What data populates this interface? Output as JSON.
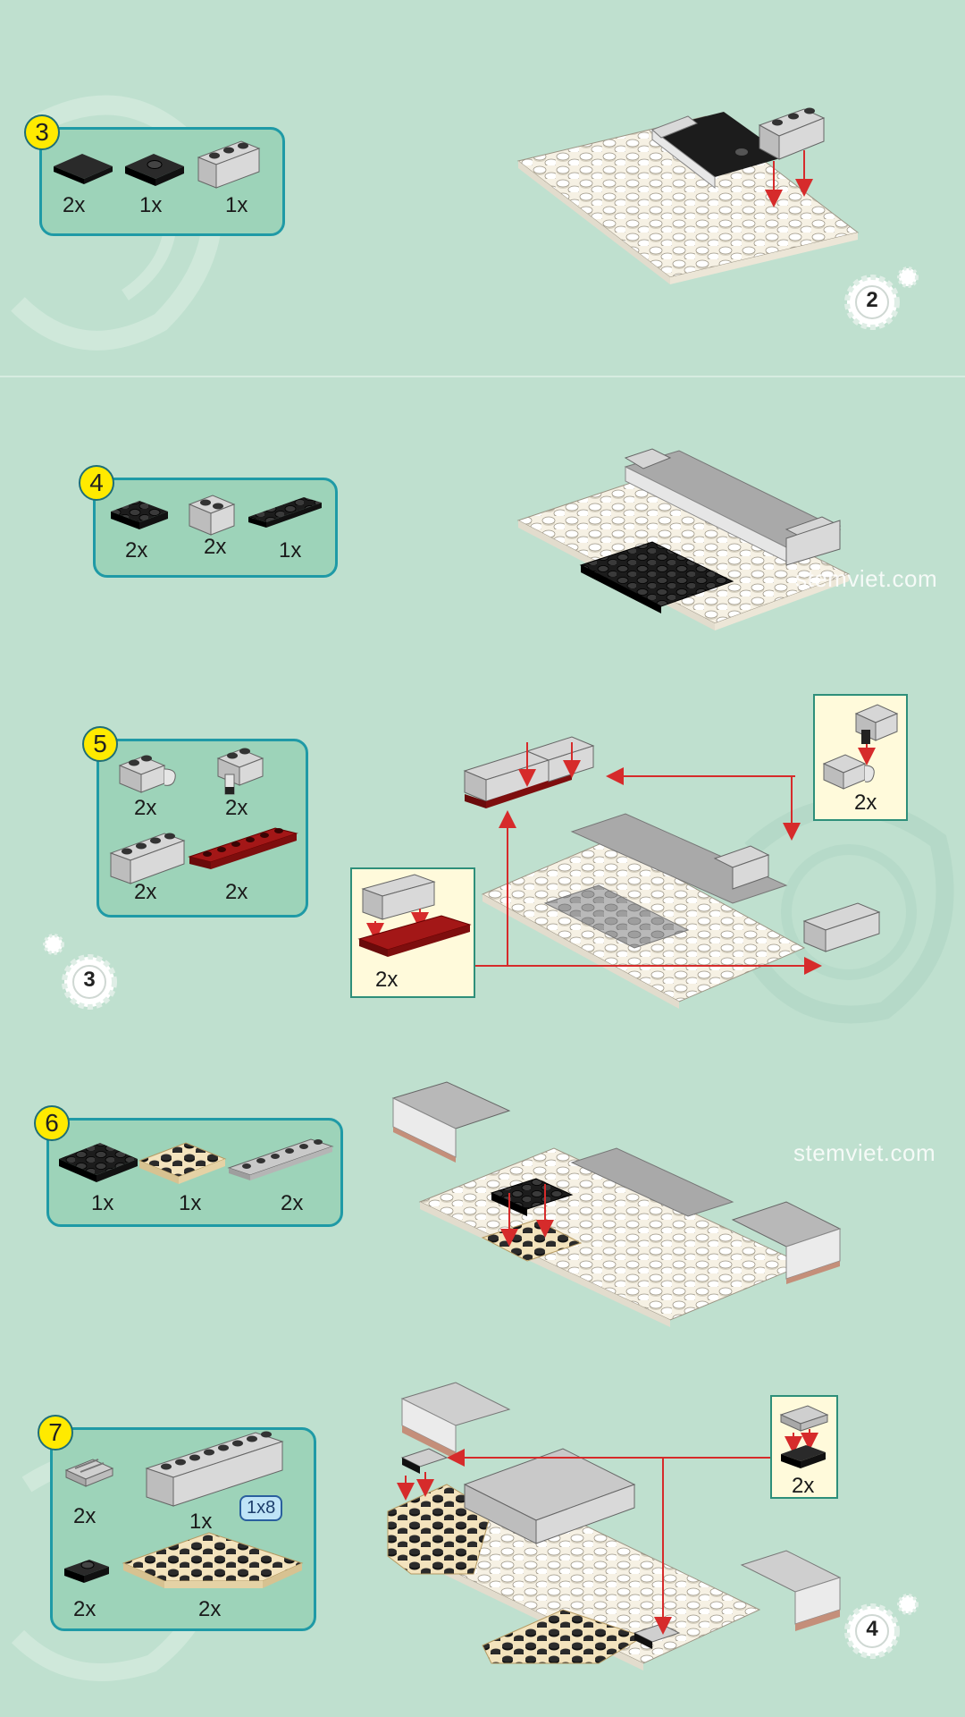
{
  "watermark_text": "stemviet.com",
  "colors": {
    "background": "#bfe0cf",
    "box_fill": "#9dd3b9",
    "box_border": "#1f9aa6",
    "badge": "#ffea00",
    "arrow": "#d62b2b",
    "callout_fill": "#fffadb"
  },
  "steps": [
    {
      "number": "3",
      "parts": [
        {
          "name": "black-tile-2x2",
          "qty": "2x"
        },
        {
          "name": "black-plate-2x2-jumper",
          "qty": "1x"
        },
        {
          "name": "gray-brick-1x3",
          "qty": "1x"
        }
      ]
    },
    {
      "number": "4",
      "parts": [
        {
          "name": "black-plate-2x2",
          "qty": "2x"
        },
        {
          "name": "gray-brick-1x2",
          "qty": "2x"
        },
        {
          "name": "black-plate-1x4",
          "qty": "1x"
        }
      ]
    },
    {
      "number": "5",
      "parts": [
        {
          "name": "gray-brick-1x2-clip",
          "qty": "2x"
        },
        {
          "name": "gray-brick-1x2-pin",
          "qty": "2x"
        },
        {
          "name": "gray-brick-1x4",
          "qty": "2x"
        },
        {
          "name": "darkred-plate-1x6",
          "qty": "2x"
        }
      ],
      "callouts": [
        {
          "qty": "2x"
        },
        {
          "qty": "2x"
        }
      ]
    },
    {
      "number": "6",
      "parts": [
        {
          "name": "black-plate-2x3",
          "qty": "1x"
        },
        {
          "name": "tan-plate-2x3",
          "qty": "1x"
        },
        {
          "name": "gray-plate-1x6",
          "qty": "2x"
        }
      ]
    },
    {
      "number": "7",
      "parts": [
        {
          "name": "gray-grille-tile",
          "qty": "2x"
        },
        {
          "name": "gray-brick-1x8",
          "qty": "1x",
          "size": "1x8"
        },
        {
          "name": "black-plate-1x2-jumper",
          "qty": "2x"
        },
        {
          "name": "tan-wedge-plate",
          "qty": "2x"
        }
      ],
      "callouts": [
        {
          "qty": "2x"
        }
      ]
    }
  ],
  "pages": [
    {
      "number": "2"
    },
    {
      "number": "3"
    },
    {
      "number": "4"
    }
  ]
}
